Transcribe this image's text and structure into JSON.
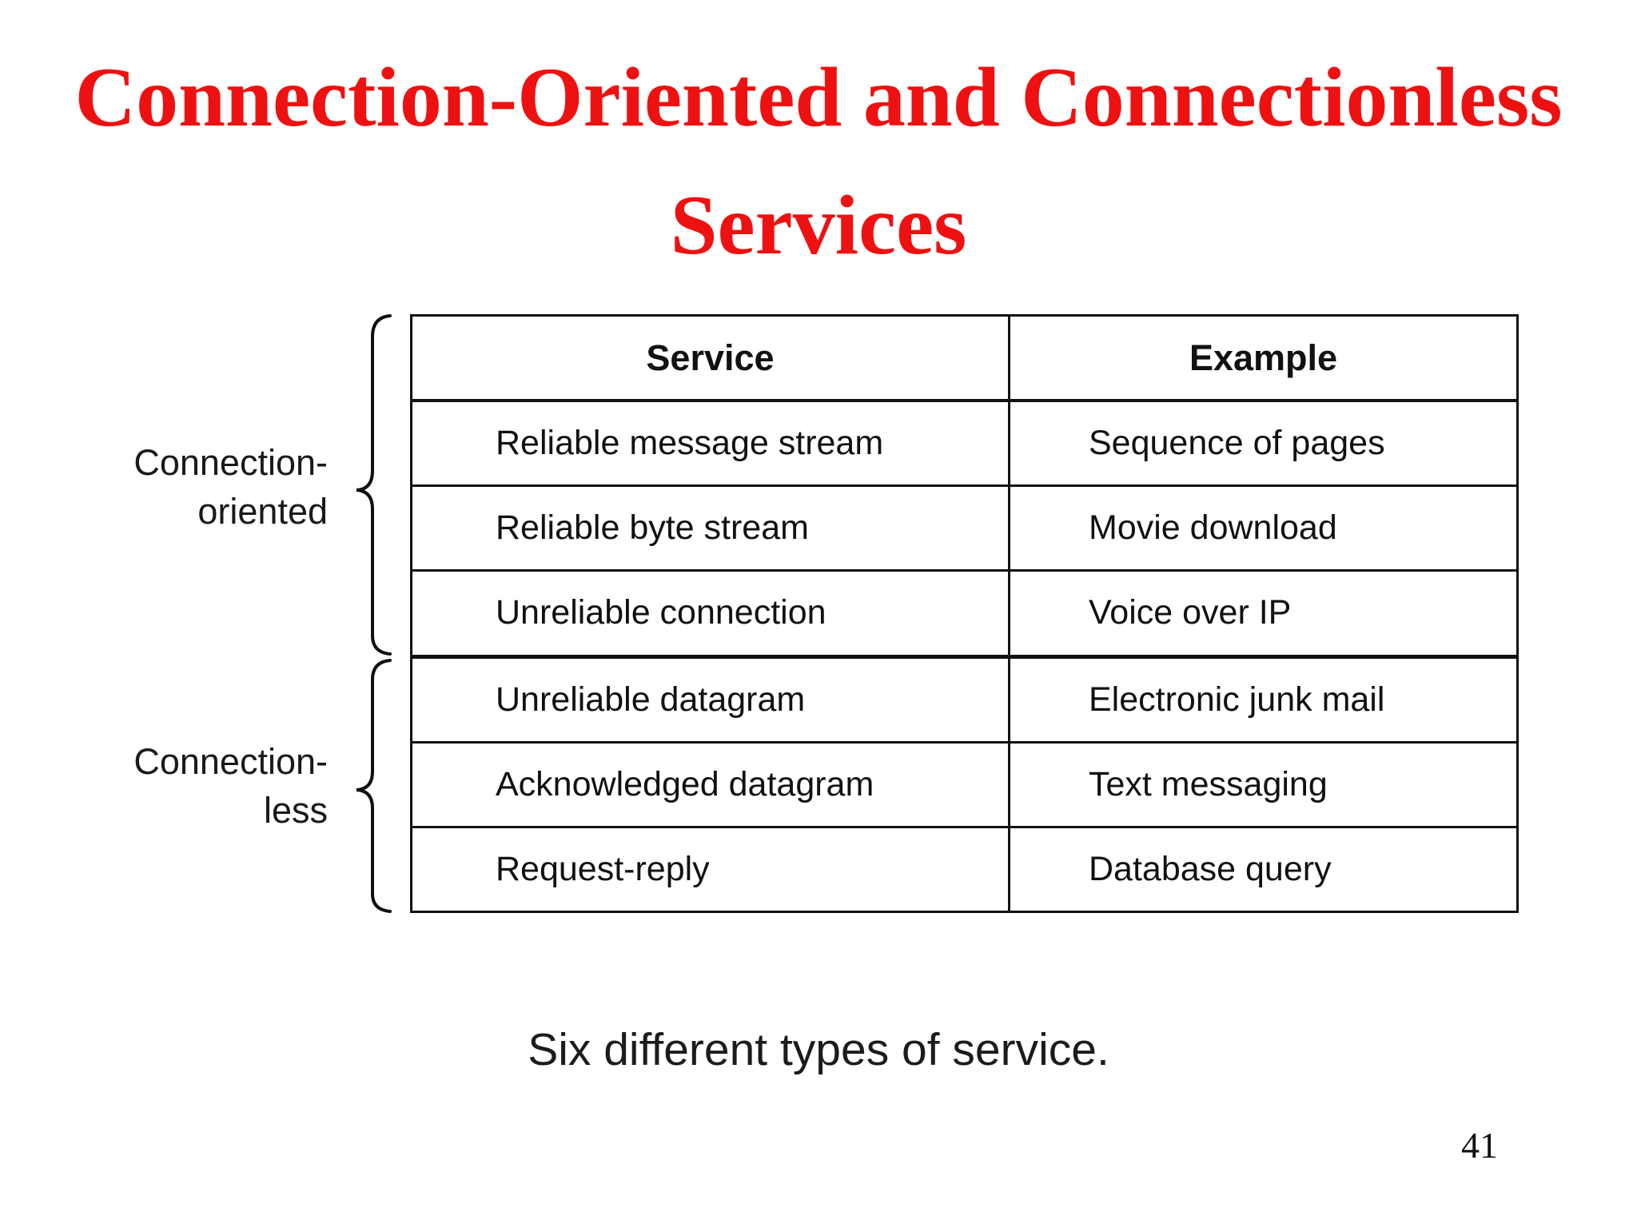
{
  "slide": {
    "title_line1": "Connection-Oriented and Connectionless",
    "title_line2": "Services",
    "caption": "Six different types of service.",
    "page_number": "41"
  },
  "groups": [
    {
      "name": "connection-oriented",
      "label_line1": "Connection-",
      "label_line2": "oriented"
    },
    {
      "name": "connectionless",
      "label_line1": "Connection-",
      "label_line2": "less"
    }
  ],
  "table": {
    "headers": [
      "Service",
      "Example"
    ],
    "rows": [
      {
        "service": "Reliable message stream",
        "example": "Sequence of pages"
      },
      {
        "service": "Reliable byte stream",
        "example": "Movie download"
      },
      {
        "service": "Unreliable connection",
        "example": "Voice over IP"
      },
      {
        "service": "Unreliable datagram",
        "example": "Electronic junk mail"
      },
      {
        "service": "Acknowledged datagram",
        "example": "Text messaging"
      },
      {
        "service": "Request-reply",
        "example": "Database query"
      }
    ]
  },
  "colors": {
    "title_red": "#ee1111",
    "ink": "#111111",
    "background": "#ffffff"
  }
}
